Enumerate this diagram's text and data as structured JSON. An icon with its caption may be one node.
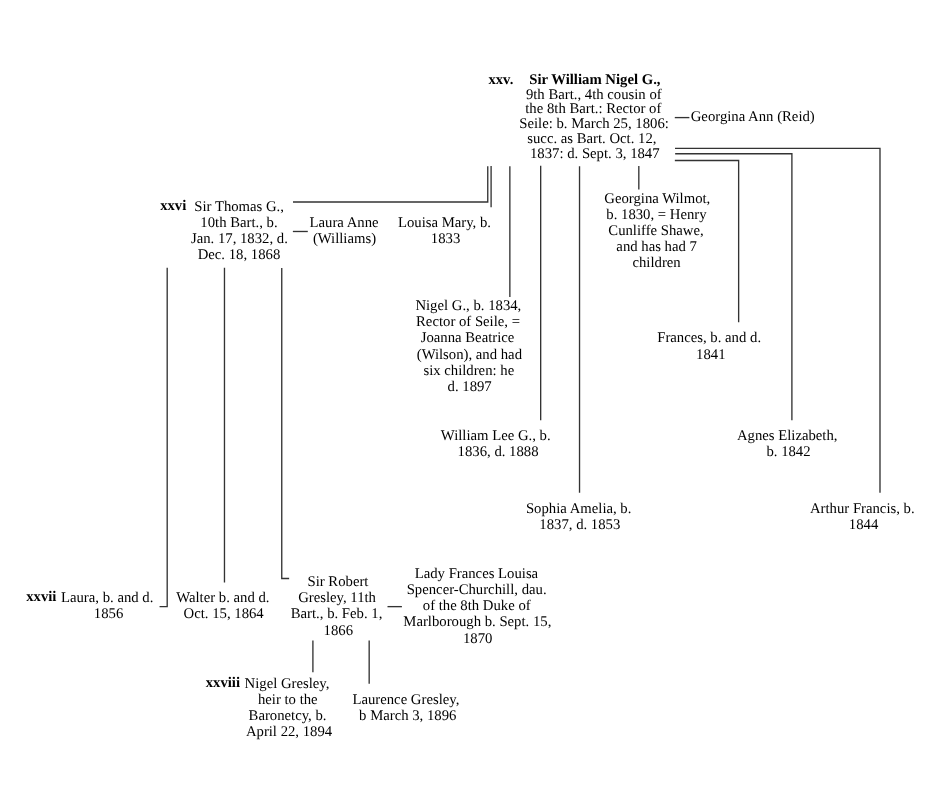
{
  "diagram": {
    "nodes": [
      {
        "text": [
          "Sir William Nigel G.,",
          "9th Bart., 4th cousin of the 8th Bart.: Rector of Seile: b. March 25, 1806: succ. as Bart. Oct. 12, 1837: d. Sept. 3, 1847"
        ],
        "beside": [
          "xxv."
        ]
      },
      {
        "text": [
          "Georgina Ann (Reid)"
        ]
      },
      {
        "text": [
          "Sir Thomas G., 10th Bart., b. Jan. 17, 1832, d. Dec. 18, 1868"
        ],
        "beside": [
          "xxvi"
        ]
      },
      {
        "text": [
          "Laura Anne (Williams)"
        ]
      },
      {
        "text": [
          "Louisa Mary, b. 1833"
        ]
      },
      {
        "text": [
          "Nigel G., b. 1834, Rector of Seile, = Joanna Beatrice (Wilson), and had six children: he d. 1897"
        ]
      },
      {
        "text": [
          "William Lee G., b. 1836, d. 1888"
        ]
      },
      {
        "text": [
          "Sophia Amelia, b. 1837, d. 1853"
        ]
      },
      {
        "text": [
          "Georgina Wilmot, b. 1830, = Henry Cunliffe Shawe, and has had 7 children"
        ]
      },
      {
        "text": [
          "Frances, b. and d. 1841"
        ]
      },
      {
        "text": [
          "Agnes Elizabeth, b. 1842"
        ]
      },
      {
        "text": [
          "Arthur Francis, b. 1844"
        ]
      },
      {
        "text": [
          "Laura, b. and d. 1856"
        ],
        "beside": [
          "xxvii"
        ]
      },
      {
        "text": [
          "Walter b. and d. Oct. 15, 1864"
        ]
      },
      {
        "text": [
          "Sir Robert Gresley, 11th Bart., b. Feb. 1, 1866"
        ]
      },
      {
        "text": [
          "Lady Frances Louisa Spencer-Churchill, dau. of the 8th Duke of Marlborough b. Sept. 15, 1870"
        ]
      },
      {
        "text": [
          "Nigel Gresley, heir to the Baronetcy, b. April 22, 1894"
        ],
        "beside": [
          "xxviii"
        ]
      },
      {
        "text": [
          "Laurence Gresley, b March 3, 1896"
        ]
      }
    ],
    "edges": [
      {
        "from": 0,
        "to": 1,
        "arrow": "none"
      },
      {
        "from": 0,
        "to": 2,
        "arrow": "none"
      },
      {
        "from": 0,
        "to": 4,
        "arrow": "none"
      },
      {
        "from": 0,
        "to": 5,
        "arrow": "none"
      },
      {
        "from": 0,
        "to": 6,
        "arrow": "none"
      },
      {
        "from": 0,
        "to": 7,
        "arrow": "none"
      },
      {
        "from": 0,
        "to": 8,
        "arrow": "none"
      },
      {
        "from": 0,
        "to": 9,
        "arrow": "none"
      },
      {
        "from": 0,
        "to": 10,
        "arrow": "none"
      },
      {
        "from": 0,
        "to": 11,
        "arrow": "none"
      },
      {
        "from": 2,
        "to": 3,
        "arrow": "none"
      },
      {
        "from": 2,
        "to": 12,
        "arrow": "none"
      },
      {
        "from": 2,
        "to": 13,
        "arrow": "none"
      },
      {
        "from": 2,
        "to": 14,
        "arrow": "none"
      },
      {
        "from": 14,
        "to": 15,
        "arrow": "none"
      },
      {
        "from": 14,
        "to": 16,
        "arrow": "none"
      },
      {
        "from": 14,
        "to": 17,
        "arrow": "none"
      }
    ]
  }
}
